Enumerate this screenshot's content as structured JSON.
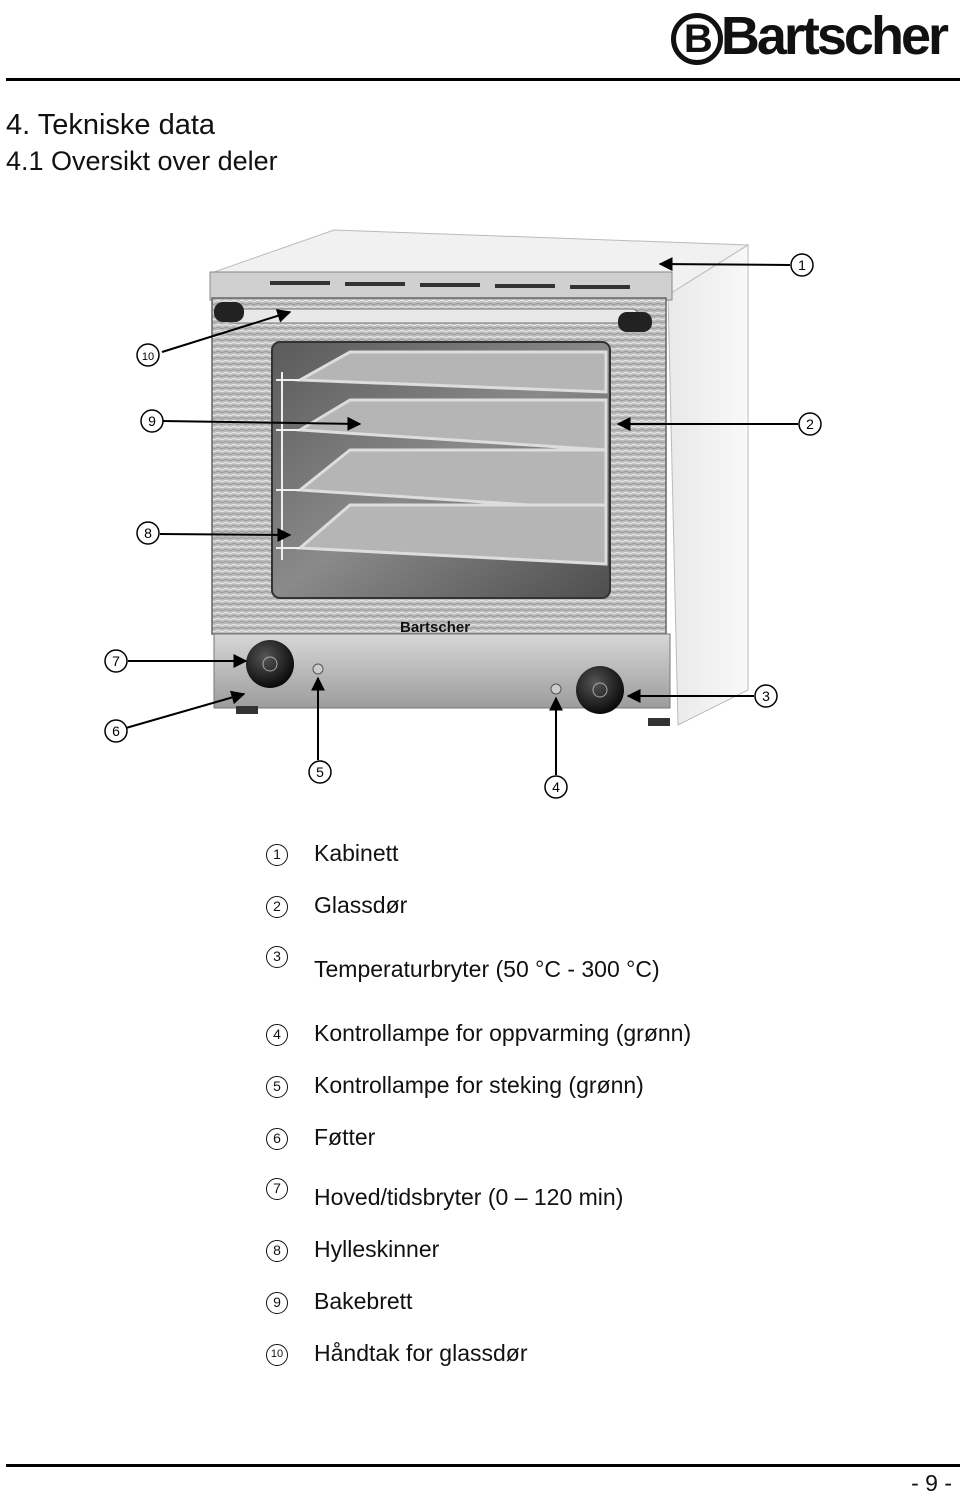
{
  "header": {
    "brand": "Bartscher"
  },
  "title": {
    "section": "4. Tekniske data",
    "subsection": "4.1 Oversikt over deler"
  },
  "figure": {
    "oven_logo": "Bartscher",
    "callouts": [
      "1",
      "2",
      "3",
      "4",
      "5",
      "6",
      "7",
      "8",
      "9",
      "10"
    ]
  },
  "legend": [
    {
      "num": "1",
      "text": "Kabinett"
    },
    {
      "num": "2",
      "text": "Glassdør"
    },
    {
      "num": "3",
      "text": "Temperaturbryter (50 °C - 300 °C)"
    },
    {
      "num": "4",
      "text": "Kontrollampe for oppvarming (grønn)"
    },
    {
      "num": "5",
      "text": "Kontrollampe for steking (grønn)"
    },
    {
      "num": "6",
      "text": "Føtter"
    },
    {
      "num": "7",
      "text": "Hoved/tidsbryter (0 – 120 min)"
    },
    {
      "num": "8",
      "text": "Hylleskinner"
    },
    {
      "num": "9",
      "text": "Bakebrett"
    },
    {
      "num": "10",
      "text": "Håndtak for glassdør"
    }
  ],
  "footer": {
    "page": "- 9 -"
  }
}
